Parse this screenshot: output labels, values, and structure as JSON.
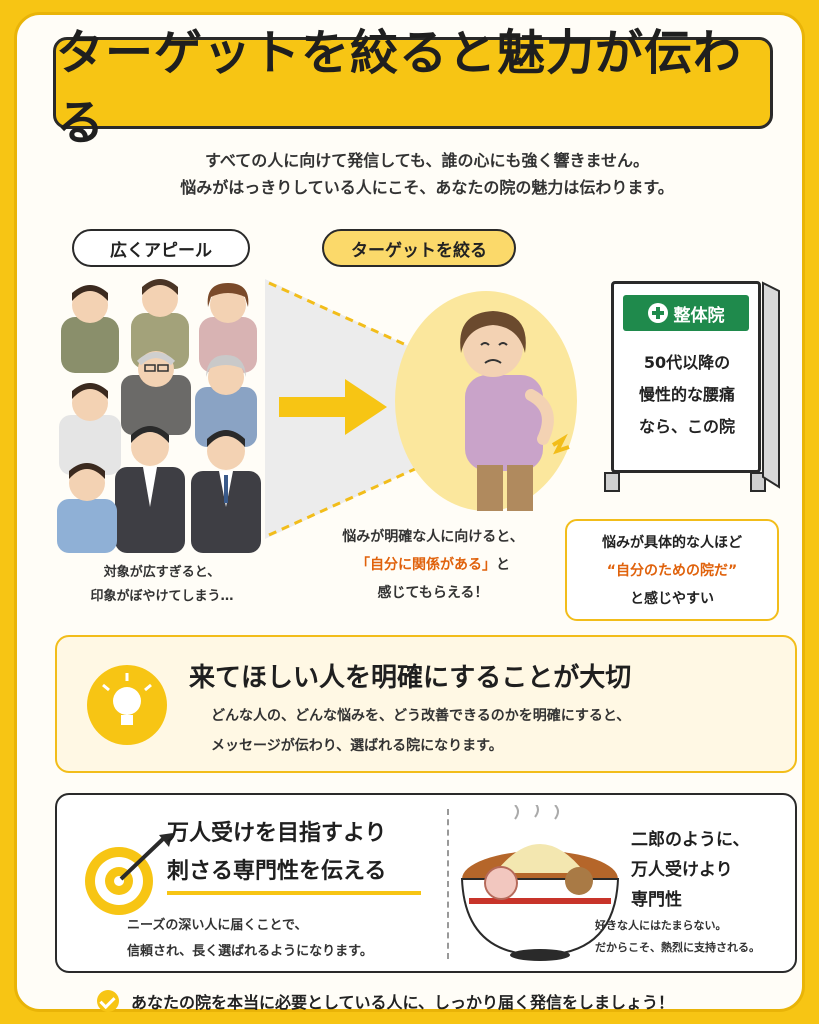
{
  "title": "ターゲットを絞ると魅力が伝わる",
  "intro": {
    "line1": "すべての人に向けて発信しても、誰の心にも強く響きません。",
    "line2": "悩みがはっきりしている人にこそ、あなたの院の魅力は伝わります。"
  },
  "broad": {
    "pill": "広くアピール",
    "caption_line1": "対象が広すぎると、",
    "caption_line2": "印象がぼやけてしまう…"
  },
  "target": {
    "pill": "ターゲットを絞る",
    "caption_line1": "悩みが明確な人に向けると、",
    "caption_highlight": "「自分に関係がある」",
    "caption_after": "と",
    "caption_line3": "感じてもらえる！"
  },
  "sign": {
    "header": "整体院",
    "line1": "50代以降の",
    "line2": "慢性的な腰痛",
    "line3": "なら、この院"
  },
  "callout": {
    "line1": "悩みが具体的な人ほど",
    "line2": "“自分のための院だ”",
    "line3": "と感じやすい"
  },
  "idea": {
    "heading": "来てほしい人を明確にすることが大切",
    "body_line1": "どんな人の、どんな悩みを、どう改善できるのかを明確にすると、",
    "body_line2": "メッセージが伝わり、選ばれる院になります。"
  },
  "specialty": {
    "heading_line1": "万人受けを目指すより",
    "heading_line2": "刺さる専門性を伝える",
    "body_line1": "ニーズの深い人に届くことで、",
    "body_line2": "信頼され、長く選ばれるようになります。"
  },
  "jiro": {
    "heading_line1": "二郎のように、",
    "heading_line2": "万人受けより",
    "heading_line3": "専門性",
    "body_line1": "好きな人にはたまらない。",
    "body_line2": "だからこそ、熱烈に支持される。"
  },
  "footer": "あなたの院を本当に必要としている人に、しっかり届く発信をしましょう！",
  "colors": {
    "accent": "#f7c514",
    "sign_green": "#1f8a4c",
    "highlight": "#e0620c"
  }
}
